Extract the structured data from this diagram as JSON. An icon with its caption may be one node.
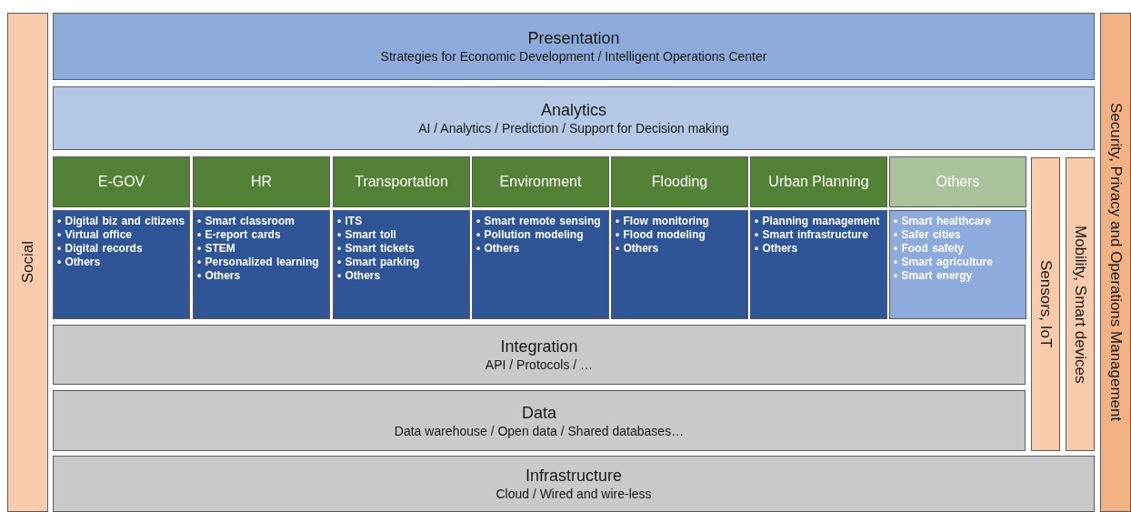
{
  "diagram": {
    "nodes": [
      {
        "text": [
          "Social"
        ]
      },
      {
        "text": [
          "Presentation",
          "Strategies for Economic Development / Intelligent Operations Center"
        ]
      },
      {
        "text": [
          "Analytics",
          "AI / Analytics / Prediction / Support for Decision making"
        ]
      },
      {
        "text": [
          "E-GOV"
        ]
      },
      {
        "text": [
          "HR"
        ]
      },
      {
        "text": [
          "Transportation"
        ]
      },
      {
        "text": [
          "Environment"
        ]
      },
      {
        "text": [
          "Flooding"
        ]
      },
      {
        "text": [
          "Urban Planning"
        ]
      },
      {
        "text": [
          "Others"
        ]
      },
      {
        "text": [
          "• Digital biz and citizens",
          "• Virtual office",
          "• Digital records",
          "• Others"
        ]
      },
      {
        "text": [
          "• Smart classroom",
          "• E-report cards",
          "• STEM",
          "• Personalized learning",
          "• Others"
        ]
      },
      {
        "text": [
          "• ITS",
          "• Smart toll",
          "• Smart tickets",
          "• Smart parking",
          "• Others"
        ]
      },
      {
        "text": [
          "• Smart remote sensing",
          "• Pollution modeling",
          "• Others"
        ]
      },
      {
        "text": [
          "• Flow monitoring",
          "• Flood modeling",
          "• Others"
        ]
      },
      {
        "text": [
          "• Planning management",
          "• Smart infrastructure",
          "• Others"
        ]
      },
      {
        "text": [
          "• Smart healthcare",
          "• Safer cities",
          "• Food safety",
          "• Smart agriculture",
          "• Smart energy"
        ]
      },
      {
        "text": [
          "Integration",
          "API / Protocols / …"
        ]
      },
      {
        "text": [
          "Data",
          "Data warehouse / Open data / Shared databases…"
        ]
      },
      {
        "text": [
          "Infrastructure",
          "Cloud / Wired and wire-less"
        ]
      },
      {
        "text": [
          "Sensors, IoT"
        ]
      },
      {
        "text": [
          "Mobility, Smart devices"
        ]
      },
      {
        "text": [
          "Security, Privacy and Operations Management"
        ]
      }
    ]
  }
}
